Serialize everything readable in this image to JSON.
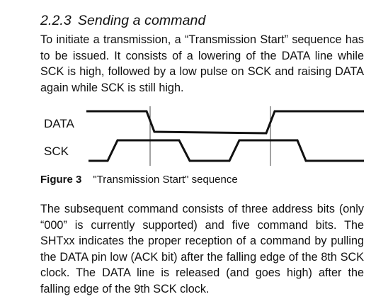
{
  "section": {
    "number": "2.2.3",
    "title": "Sending a command"
  },
  "paragraphs": {
    "intro": "To initiate a transmission, a “Transmission Start” sequence has to be issued. It consists of a lowering of the DATA line while SCK is high, followed by a low pulse on SCK and raising DATA again while SCK is still high.",
    "body": "The subsequent command consists of three address bits (only “000” is currently supported) and five command bits. The SHTxx indicates the proper reception of a command by pulling the DATA pin low (ACK bit) after the falling edge of the 8th SCK clock. The DATA line is released (and goes high) after the falling edge of the 9th SCK clock."
  },
  "diagram": {
    "signals": {
      "data": "DATA",
      "sck": "SCK"
    }
  },
  "figure": {
    "label": "Figure 3",
    "caption": "\"Transmission Start\" sequence"
  }
}
